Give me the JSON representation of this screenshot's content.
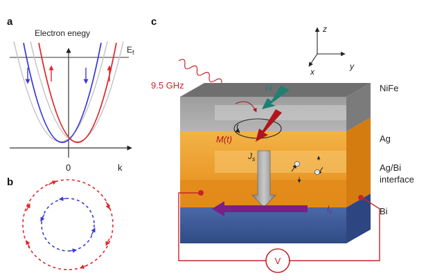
{
  "panel_a": {
    "label": "a",
    "title": "Electron enegy",
    "fermi_label": "E",
    "fermi_sub": "f",
    "x_axis_label": "k",
    "origin_label": "0"
  },
  "panel_b": {
    "label": "b"
  },
  "panel_c": {
    "label": "c",
    "axis_z": "z",
    "axis_y": "y",
    "axis_x": "x",
    "frequency": "9.5 GHz",
    "field_label": "H",
    "magnetization_label": "M(t)",
    "spin_current_label": "J",
    "spin_current_sub": "s",
    "charge_current_label": "I",
    "charge_current_sub": "c",
    "layer_nife": "NiFe",
    "layer_ag": "Ag",
    "layer_interface_1": "Ag/Bi",
    "layer_interface_2": "interface",
    "layer_bi": "Bi",
    "voltmeter_label": "V"
  },
  "colors": {
    "spin_down": "#3a3ad6",
    "spin_up": "#e0262b",
    "spin_current_arrow": "#8f8f8f",
    "charge_current_arrow": "#7a1f86",
    "field_arrow": "#1f7f73",
    "magnetization_arrow": "#b0141c",
    "nife_layer": "#8c8c8c",
    "ag_layer": "#e8951e",
    "bi_layer": "#3d5a99",
    "circuit": "#c8222a"
  }
}
